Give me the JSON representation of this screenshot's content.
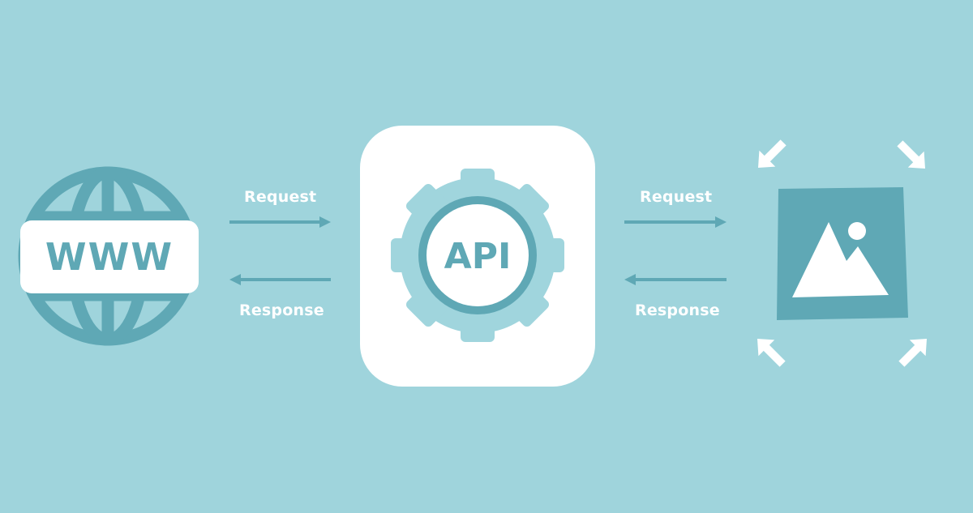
{
  "colors": {
    "background": "#9fd4dc",
    "accent": "#5fa8b5",
    "gear": "#a0d5dd",
    "white": "#ffffff"
  },
  "nodes": {
    "web": {
      "icon": "globe-icon",
      "label": "WWW"
    },
    "api": {
      "icon": "gear-icon",
      "label": "API"
    },
    "image": {
      "icon": "image-icon"
    }
  },
  "arrows": {
    "left": {
      "request": "Request",
      "response": "Response"
    },
    "right": {
      "request": "Request",
      "response": "Response"
    }
  }
}
